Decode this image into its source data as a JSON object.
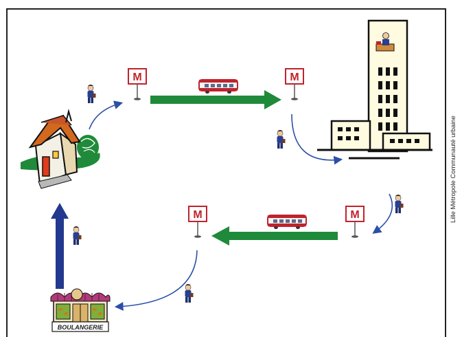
{
  "metro_sign_letter": "M",
  "bakery_sign": "BOULANGERIE",
  "credit": "Lille Métropole Communauté urbaine",
  "colors": {
    "metro_red": "#c0232c",
    "green_arrow": "#1f8a3a",
    "blue_arrow": "#22398f",
    "path_blue": "#2a4fa8"
  },
  "icons": [
    "house-icon",
    "office-tower-icon",
    "bakery-icon",
    "metro-train-icon",
    "metro-sign-icon",
    "walking-person-icon"
  ]
}
